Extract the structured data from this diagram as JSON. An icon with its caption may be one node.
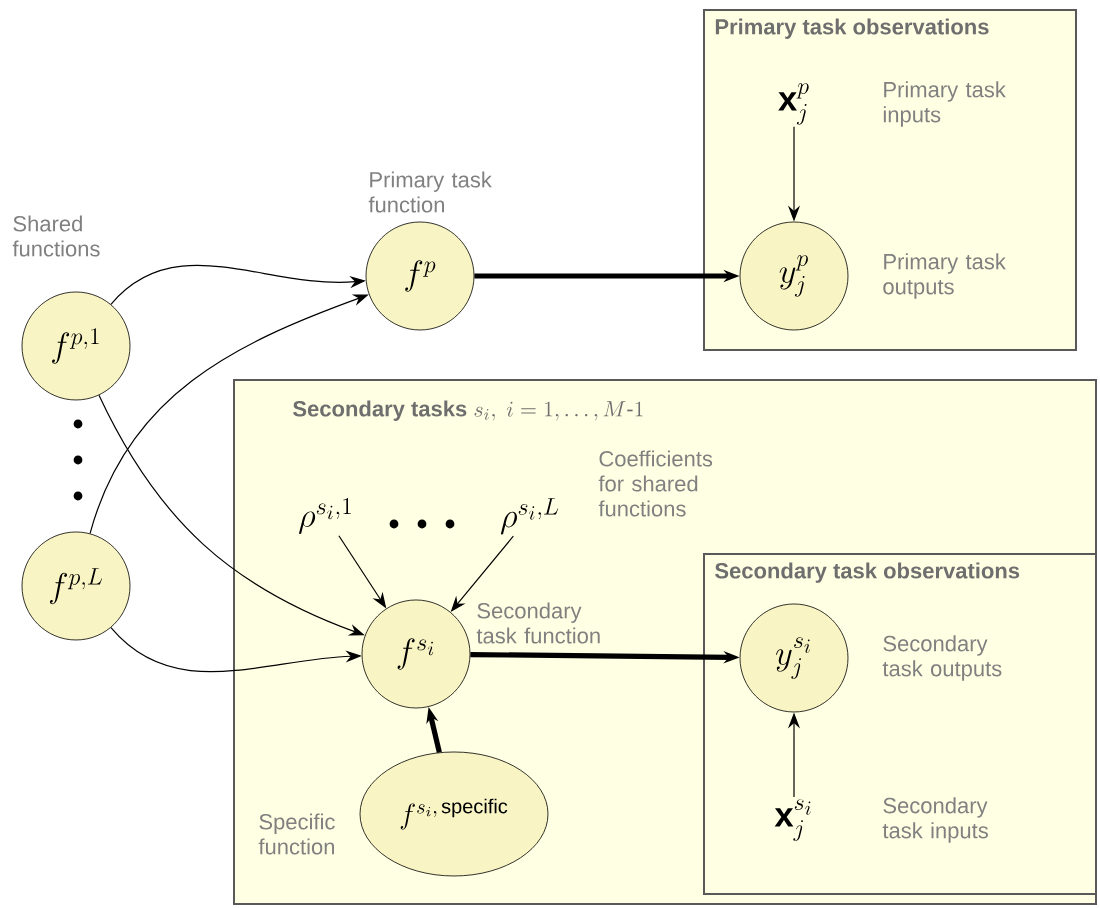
{
  "diagram": {
    "nodes": [
      {
        "text": [
          "Primary task observations"
        ]
      },
      {
        "text": [
          "\\mathbf{x}_{j}^{p}"
        ],
        "in": 0,
        "beside": [
          "Primary task inputs"
        ]
      },
      {
        "text": [
          "y_{j}^{p}"
        ],
        "in": 0,
        "beside": [
          "Primary task outputs"
        ]
      },
      {
        "text": [
          "f^{p}"
        ],
        "beside": [
          "Primary task function"
        ]
      },
      {
        "text": [
          "f^{p,1}"
        ],
        "beside": [
          "Shared functions"
        ]
      },
      {
        "text": [
          "f^{p,L}"
        ]
      },
      {
        "text": [
          "Secondary tasks",
          "s_{i},\\ i = 1,\\ldots,M\\text{-}1"
        ]
      },
      {
        "text": [
          "\\rho^{s_{i},1}"
        ],
        "in": 6
      },
      {
        "text": [
          "\\rho^{s_{i},L}"
        ],
        "in": 6
      },
      {
        "text": [
          "f^{s_{i}}"
        ],
        "in": 6,
        "beside": [
          "Secondary task function"
        ]
      },
      {
        "text": [
          "f^{s_{i},\\,\\mathrm{specific}}"
        ],
        "in": 6,
        "beside": [
          "Specific function"
        ]
      },
      {
        "text": [
          "Secondary task observations"
        ],
        "in": 6
      },
      {
        "text": [
          "y_{j}^{s_{i}}"
        ],
        "in": 11,
        "beside": [
          "Secondary task outputs"
        ]
      },
      {
        "text": [
          "\\mathbf{x}_{j}^{s_{i}}"
        ],
        "in": 11,
        "beside": [
          "Secondary task inputs"
        ]
      }
    ],
    "edges": [
      {
        "from": 4,
        "to": 3,
        "arrow": "to"
      },
      {
        "from": 5,
        "to": 3,
        "arrow": "to"
      },
      {
        "from": 3,
        "to": 2,
        "arrow": "to",
        "style": "thick"
      },
      {
        "from": 1,
        "to": 2,
        "arrow": "to"
      },
      {
        "from": 4,
        "to": 9,
        "arrow": "to"
      },
      {
        "from": 5,
        "to": 9,
        "arrow": "to"
      },
      {
        "from": 7,
        "to": 9,
        "arrow": "to"
      },
      {
        "from": 8,
        "to": 9,
        "arrow": "to"
      },
      {
        "from": 10,
        "to": 9,
        "arrow": "to",
        "style": "thick"
      },
      {
        "from": 9,
        "to": 12,
        "arrow": "to",
        "style": "thick"
      },
      {
        "from": 13,
        "to": 12,
        "arrow": "to"
      }
    ],
    "labels": [
      "Coefficients for shared functions"
    ]
  }
}
